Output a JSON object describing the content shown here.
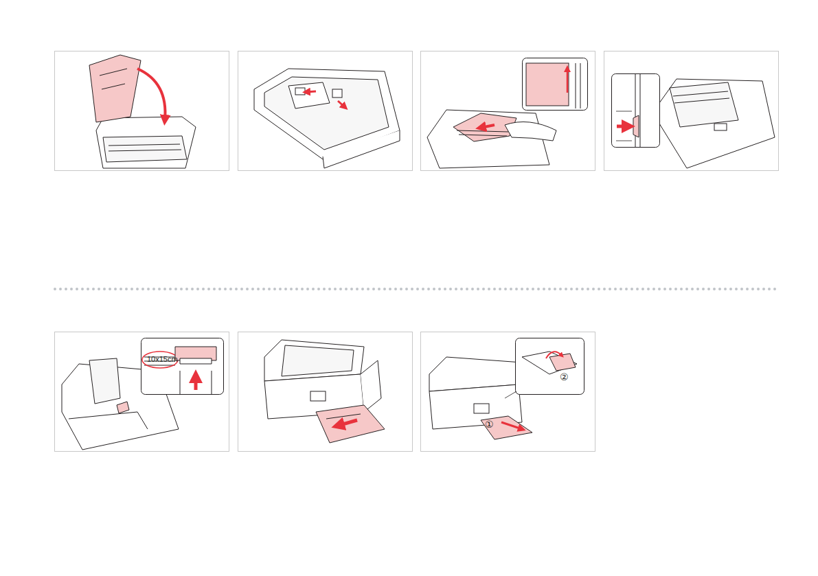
{
  "diagram": {
    "labels": [
      "10x15cm",
      "①",
      "②"
    ]
  }
}
